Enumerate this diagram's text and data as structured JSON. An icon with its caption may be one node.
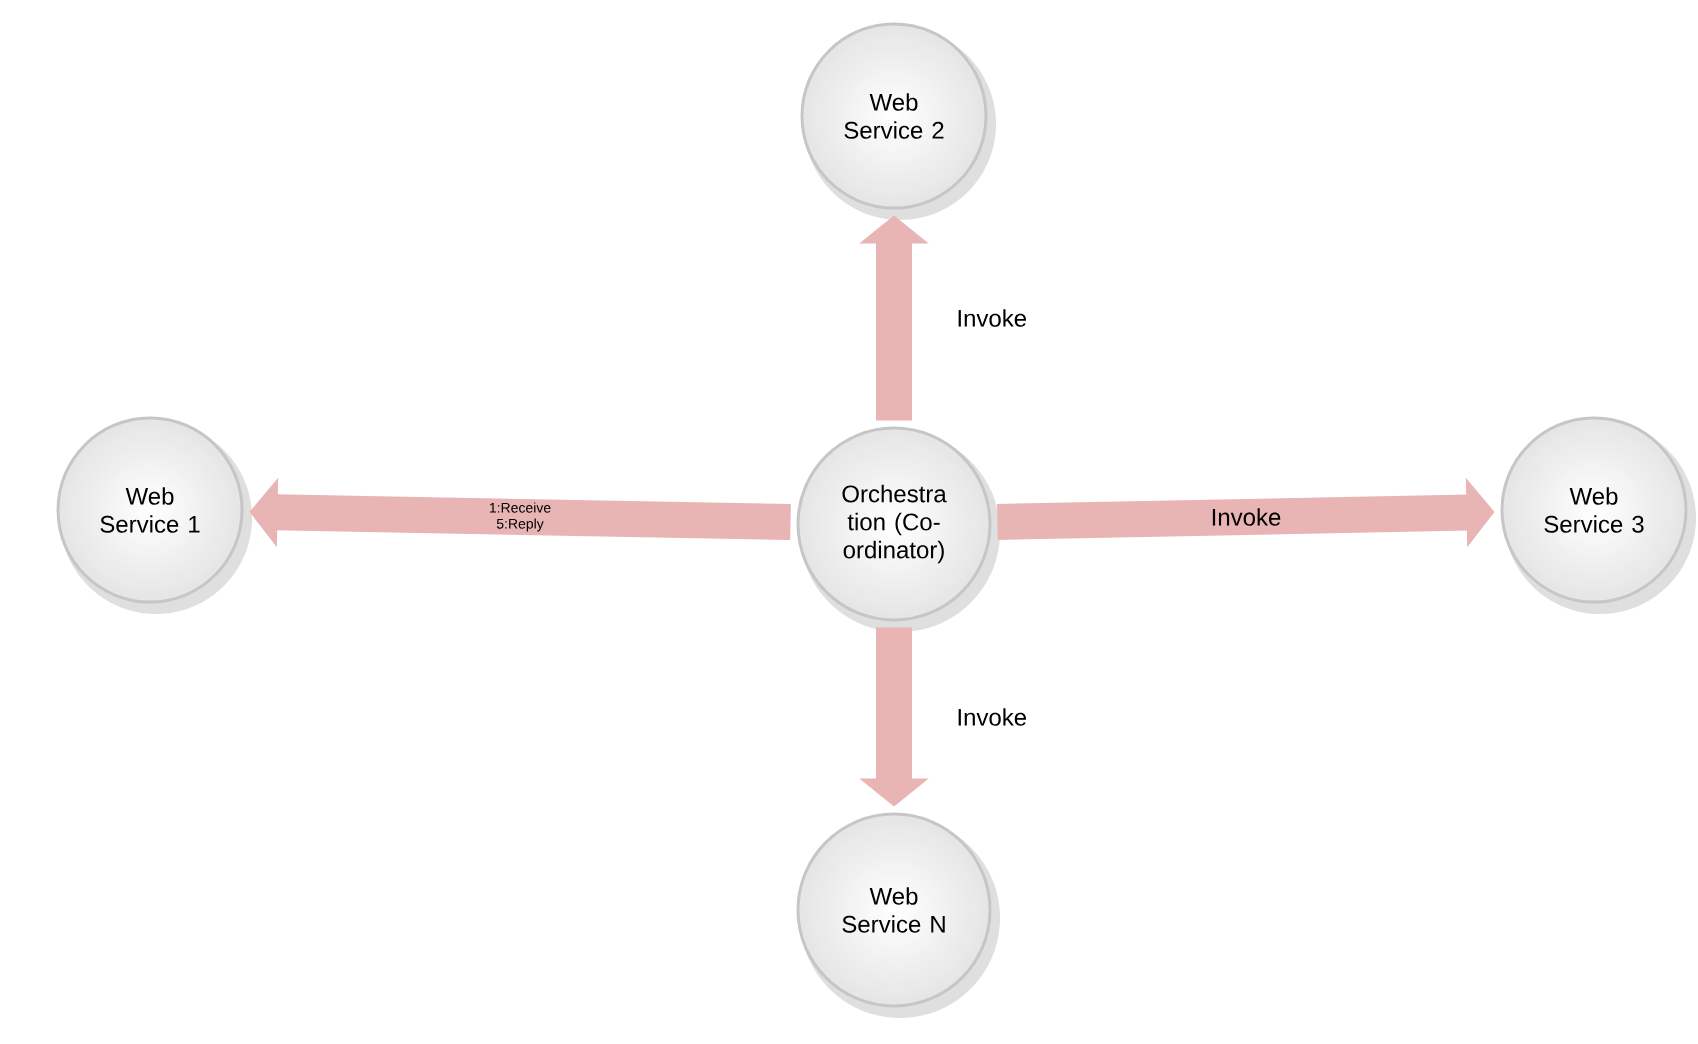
{
  "diagram": {
    "nodes": [
      {
        "text": [
          "Web Service 1"
        ]
      },
      {
        "text": [
          "Web Service 2"
        ]
      },
      {
        "text": [
          "Orchestra tion (Co- ordinator)"
        ]
      },
      {
        "text": [
          "Web Service 3"
        ]
      },
      {
        "text": [
          "Web Service N"
        ]
      }
    ],
    "edges": [
      {
        "from": 2,
        "to": 0,
        "arrow": "to",
        "label": "1:Receive 5:Reply"
      },
      {
        "from": 2,
        "to": 1,
        "arrow": "to",
        "label": "Invoke"
      },
      {
        "from": 2,
        "to": 3,
        "arrow": "to",
        "label": "Invoke"
      },
      {
        "from": 2,
        "to": 4,
        "arrow": "to",
        "label": "Invoke"
      }
    ]
  }
}
